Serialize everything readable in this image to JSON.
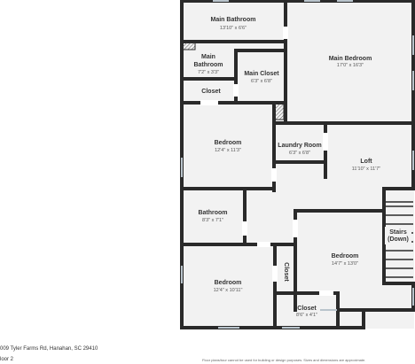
{
  "rooms": {
    "main_bath_large": {
      "name": "Main Bathroom",
      "dims": "13'10\" x 6'6\""
    },
    "main_bedroom": {
      "name": "Main Bedroom",
      "dims": "17'0\" x 16'3\""
    },
    "main_bath_small": {
      "name": "Main Bathroom",
      "dims": "7'2\" x 3'3\""
    },
    "main_closet": {
      "name": "Main Closet",
      "dims": "6'3\" x 6'8\""
    },
    "closet_1": {
      "name": "Closet",
      "dims": ""
    },
    "bedroom_1": {
      "name": "Bedroom",
      "dims": "12'4\" x 11'3\""
    },
    "laundry": {
      "name": "Laundry Room",
      "dims": "6'3\" x 6'8\""
    },
    "loft": {
      "name": "Loft",
      "dims": "11'10\" x 11'7\""
    },
    "bathroom": {
      "name": "Bathroom",
      "dims": "8'3\" x 7'1\""
    },
    "stairs": {
      "name": "Stairs\n(Down)",
      "line1": "Stairs",
      "line2": "(Down)"
    },
    "bedroom_2": {
      "name": "Bedroom",
      "dims": "14'7\" x 13'0\""
    },
    "bedroom_3": {
      "name": "Bedroom",
      "dims": "12'4\" x 10'11\""
    },
    "closet_vertical": {
      "name": "Closet"
    },
    "closet_2": {
      "name": "Closet",
      "dims": "8'6\" x 4'1\""
    }
  },
  "footer": {
    "address": "009 Tyler Farms Rd, Hanahan, SC 29410",
    "floor": "loor 2",
    "disclaimer": "Floor plans/tour cannot be used for building or design purposes. Sizes and dimensions are approximate."
  },
  "colors": {
    "wall": "#2a2a2a",
    "floor": "#f2f2f2",
    "background": "#ffffff"
  }
}
